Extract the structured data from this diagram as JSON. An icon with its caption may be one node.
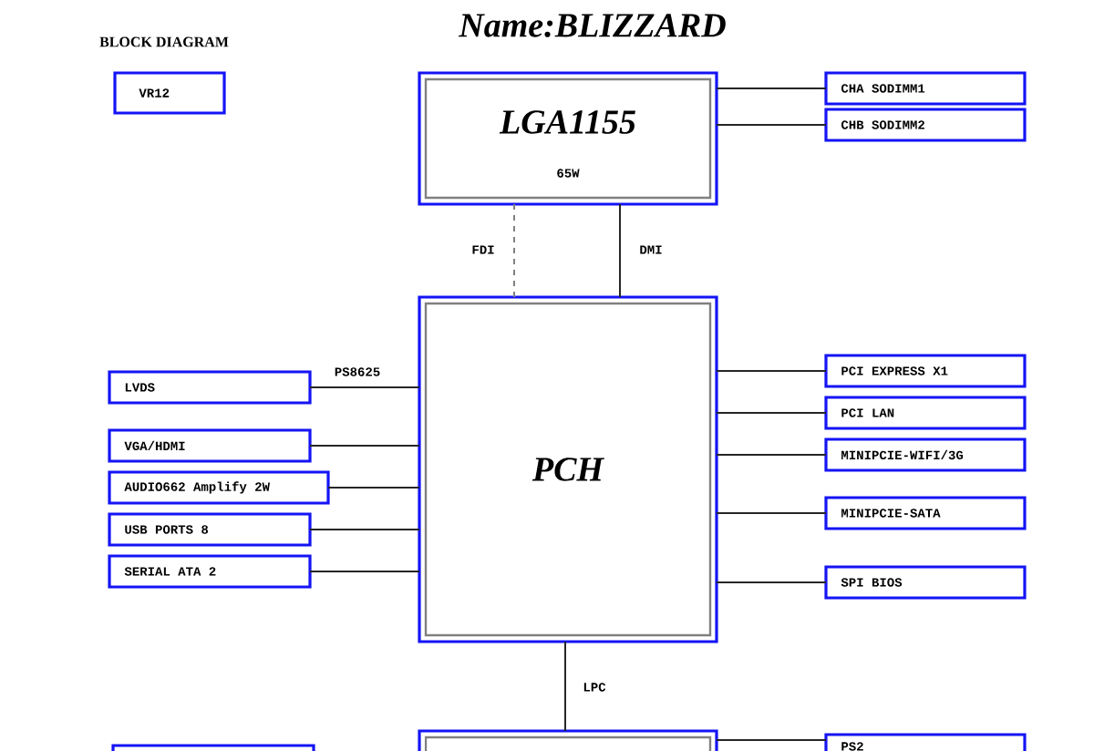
{
  "diagram": {
    "title": "Name:BLIZZARD",
    "nodes": [
      {
        "text": [
          "VR12"
        ]
      },
      {
        "text": [
          "LGA1155",
          "65W"
        ]
      },
      {
        "text": [
          "CHA SODIMM1"
        ]
      },
      {
        "text": [
          "CHB SODIMM2"
        ]
      },
      {
        "text": [
          "PCH"
        ]
      },
      {
        "text": [
          "LVDS"
        ]
      },
      {
        "text": [
          "VGA/HDMI"
        ]
      },
      {
        "text": [
          "AUDIO662 Amplify 2W"
        ]
      },
      {
        "text": [
          "USB PORTS 8"
        ]
      },
      {
        "text": [
          "SERIAL ATA 2"
        ]
      },
      {
        "text": [
          "PCI EXPRESS X1"
        ]
      },
      {
        "text": [
          "PCI LAN"
        ]
      },
      {
        "text": [
          "MINIPCIE-WIFI/3G"
        ]
      },
      {
        "text": [
          "MINIPCIE-SATA"
        ]
      },
      {
        "text": [
          "SPI BIOS"
        ]
      },
      {
        "text": [],
        "shape": "box"
      },
      {
        "text": [],
        "shape": "box"
      },
      {
        "text": [
          "PS2"
        ]
      }
    ],
    "edges": [
      {
        "from": 1,
        "to": 2,
        "arrow": "none"
      },
      {
        "from": 1,
        "to": 3,
        "arrow": "none"
      },
      {
        "from": 1,
        "to": 4,
        "arrow": "none",
        "label": "FDI",
        "style": "dashed",
        "color": "#808080"
      },
      {
        "from": 1,
        "to": 4,
        "arrow": "none",
        "label": "DMI"
      },
      {
        "from": 4,
        "to": 5,
        "arrow": "none",
        "label": "PS8625"
      },
      {
        "from": 4,
        "to": 6,
        "arrow": "none"
      },
      {
        "from": 4,
        "to": 7,
        "arrow": "none"
      },
      {
        "from": 4,
        "to": 8,
        "arrow": "none"
      },
      {
        "from": 4,
        "to": 9,
        "arrow": "none"
      },
      {
        "from": 4,
        "to": 10,
        "arrow": "none"
      },
      {
        "from": 4,
        "to": 11,
        "arrow": "none"
      },
      {
        "from": 4,
        "to": 12,
        "arrow": "none"
      },
      {
        "from": 4,
        "to": 13,
        "arrow": "none"
      },
      {
        "from": 4,
        "to": 14,
        "arrow": "none"
      },
      {
        "from": 4,
        "to": 16,
        "arrow": "none",
        "label": "LPC"
      },
      {
        "from": 16,
        "to": 17,
        "arrow": "none"
      }
    ],
    "labels": [
      "BLOCK DIAGRAM"
    ]
  }
}
